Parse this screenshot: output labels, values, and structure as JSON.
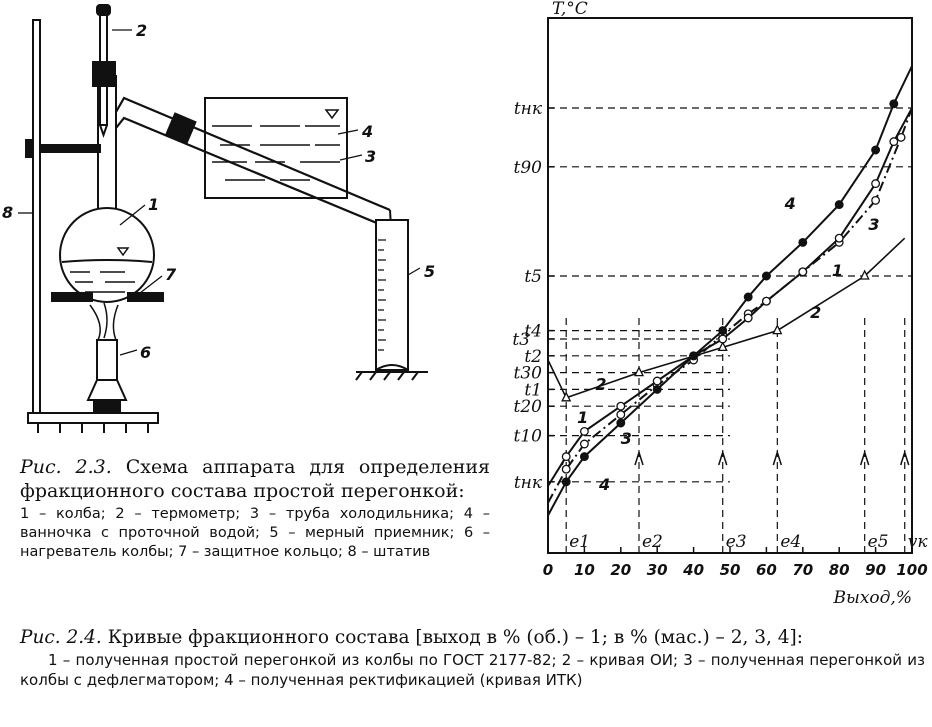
{
  "apparatus": {
    "labels": [
      "1",
      "2",
      "3",
      "4",
      "5",
      "6",
      "7",
      "8"
    ]
  },
  "fig23_caption": {
    "title_prefix": "Рис. 2.3.",
    "title_text": "Схема аппарата для определения фракционного состава простой перегонкой:",
    "legend": "1 – колба; 2 – термометр; 3 – труба холодильника; 4 – ванночка с проточной водой; 5 – мерный приемник; 6 – нагреватель колбы; 7 – защитное кольцо; 8 – штатив"
  },
  "fig24_caption": {
    "title_prefix": "Рис. 2.4.",
    "title_text": "Кривые фракционного состава [выход в % (об.) – 1; в % (мас.) – 2, 3, 4]:",
    "legend": "1 – полученная простой перегонкой из колбы по ГОСТ 2177-82; 2 – кривая ОИ; 3 – полученная перегонкой из колбы с дефлегматором; 4 – полученная ректификацией (кривая ИТК)"
  },
  "chart_data": {
    "type": "line",
    "ylabel": "T,°C",
    "xlabel": "Выход,%",
    "xlim": [
      0,
      100
    ],
    "x_ticks": [
      0,
      10,
      20,
      30,
      40,
      50,
      60,
      70,
      80,
      90,
      100
    ],
    "x_tick_labels": [
      "0",
      "10",
      "20",
      "30",
      "40",
      "50",
      "60",
      "70",
      "80",
      "90",
      "100"
    ],
    "x_marks": [
      {
        "label": "e1",
        "x": 5
      },
      {
        "label": "e2",
        "x": 25
      },
      {
        "label": "e3",
        "x": 48
      },
      {
        "label": "e4",
        "x": 63
      },
      {
        "label": "e5",
        "x": 87
      },
      {
        "label": "vк",
        "x": 98
      }
    ],
    "y_marks": [
      "tнк",
      "t90",
      "t5",
      "t4",
      "t3",
      "t2",
      "t30",
      "t1",
      "t20",
      "t10",
      "tнк"
    ],
    "series": [
      {
        "name": "1",
        "marker": "open-circle",
        "style": "dash-dot",
        "x": [
          0,
          5,
          10,
          20,
          30,
          40,
          48,
          55,
          60,
          70,
          80,
          90,
          97,
          100
        ],
        "y": [
          0.06,
          0.14,
          0.2,
          0.27,
          0.34,
          0.4,
          0.46,
          0.51,
          0.54,
          0.61,
          0.68,
          0.78,
          0.93,
          1.0
        ]
      },
      {
        "name": "2",
        "marker": "triangle",
        "style": "solid",
        "x": [
          0,
          5,
          25,
          48,
          63,
          87,
          98
        ],
        "y": [
          0.4,
          0.31,
          0.37,
          0.43,
          0.47,
          0.6,
          0.69
        ]
      },
      {
        "name": "3",
        "marker": "open-circle",
        "style": "solid",
        "x": [
          0,
          5,
          10,
          20,
          30,
          40,
          48,
          55,
          60,
          70,
          80,
          90,
          95,
          100
        ],
        "y": [
          0.1,
          0.17,
          0.23,
          0.29,
          0.35,
          0.41,
          0.45,
          0.5,
          0.54,
          0.61,
          0.69,
          0.82,
          0.92,
          1.0
        ]
      },
      {
        "name": "4",
        "marker": "filled-circle",
        "style": "solid",
        "x": [
          0,
          5,
          10,
          20,
          30,
          40,
          48,
          55,
          60,
          70,
          80,
          90,
          95,
          100
        ],
        "y": [
          0.03,
          0.11,
          0.17,
          0.25,
          0.33,
          0.41,
          0.47,
          0.55,
          0.6,
          0.68,
          0.77,
          0.9,
          1.01,
          1.1
        ]
      }
    ],
    "curve_labels": [
      "1",
      "2",
      "3",
      "4",
      "2",
      "1",
      "3",
      "4"
    ]
  }
}
